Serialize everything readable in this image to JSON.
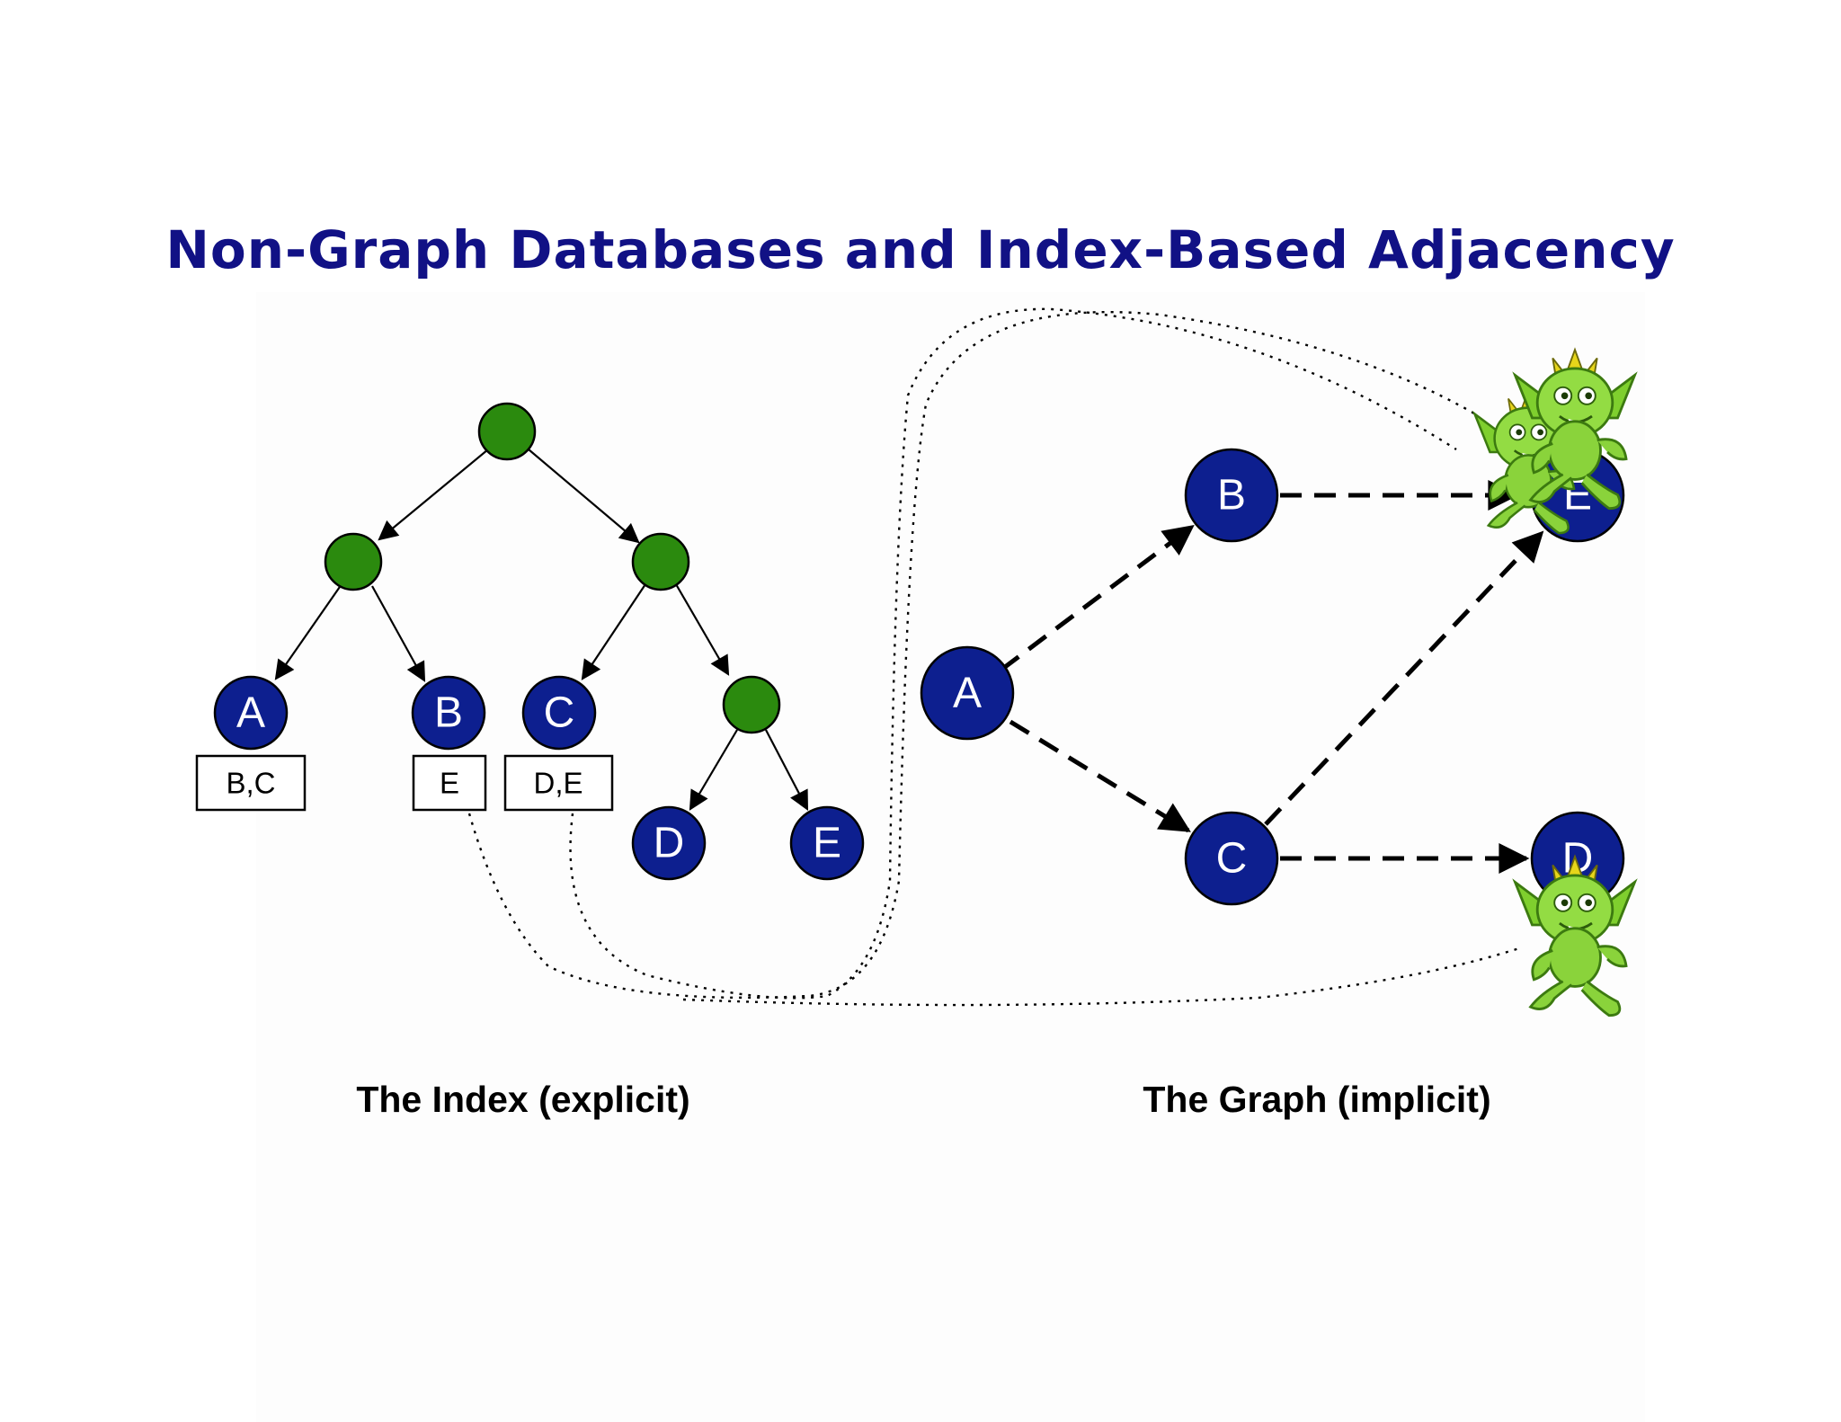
{
  "title": "Non-Graph Databases and Index-Based Adjacency",
  "captions": {
    "index": "The Index (explicit)",
    "graph": "The Graph (implicit)"
  },
  "colors": {
    "title": "#111185",
    "vertex": "#0d1f8f",
    "internal_node": "#2b8a0e",
    "background": "#fdfdfd",
    "mascot": "#8fd63c"
  },
  "index_tree": {
    "leaves": [
      "A",
      "B",
      "C",
      "D",
      "E"
    ],
    "adjacency_boxes": [
      {
        "vertex": "A",
        "label": "B,C"
      },
      {
        "vertex": "B",
        "label": "E"
      },
      {
        "vertex": "C",
        "label": "D,E"
      }
    ]
  },
  "graph": {
    "vertices": [
      "A",
      "B",
      "C",
      "D",
      "E"
    ],
    "edges": [
      [
        "A",
        "B"
      ],
      [
        "A",
        "C"
      ],
      [
        "B",
        "E"
      ],
      [
        "C",
        "E"
      ],
      [
        "C",
        "D"
      ]
    ]
  },
  "mascot": {
    "name": "gremlin-mascot-icon",
    "count": 3
  }
}
